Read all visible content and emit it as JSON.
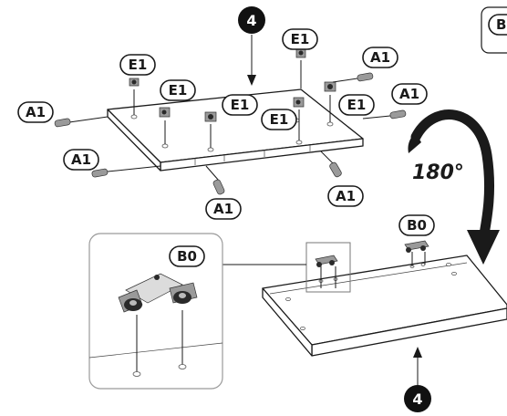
{
  "step_top": "4",
  "step_bottom": "4",
  "rotation": "180°",
  "parts": {
    "a1": "A1",
    "e1": "E1",
    "b0": "B0"
  },
  "corner_label": "B"
}
